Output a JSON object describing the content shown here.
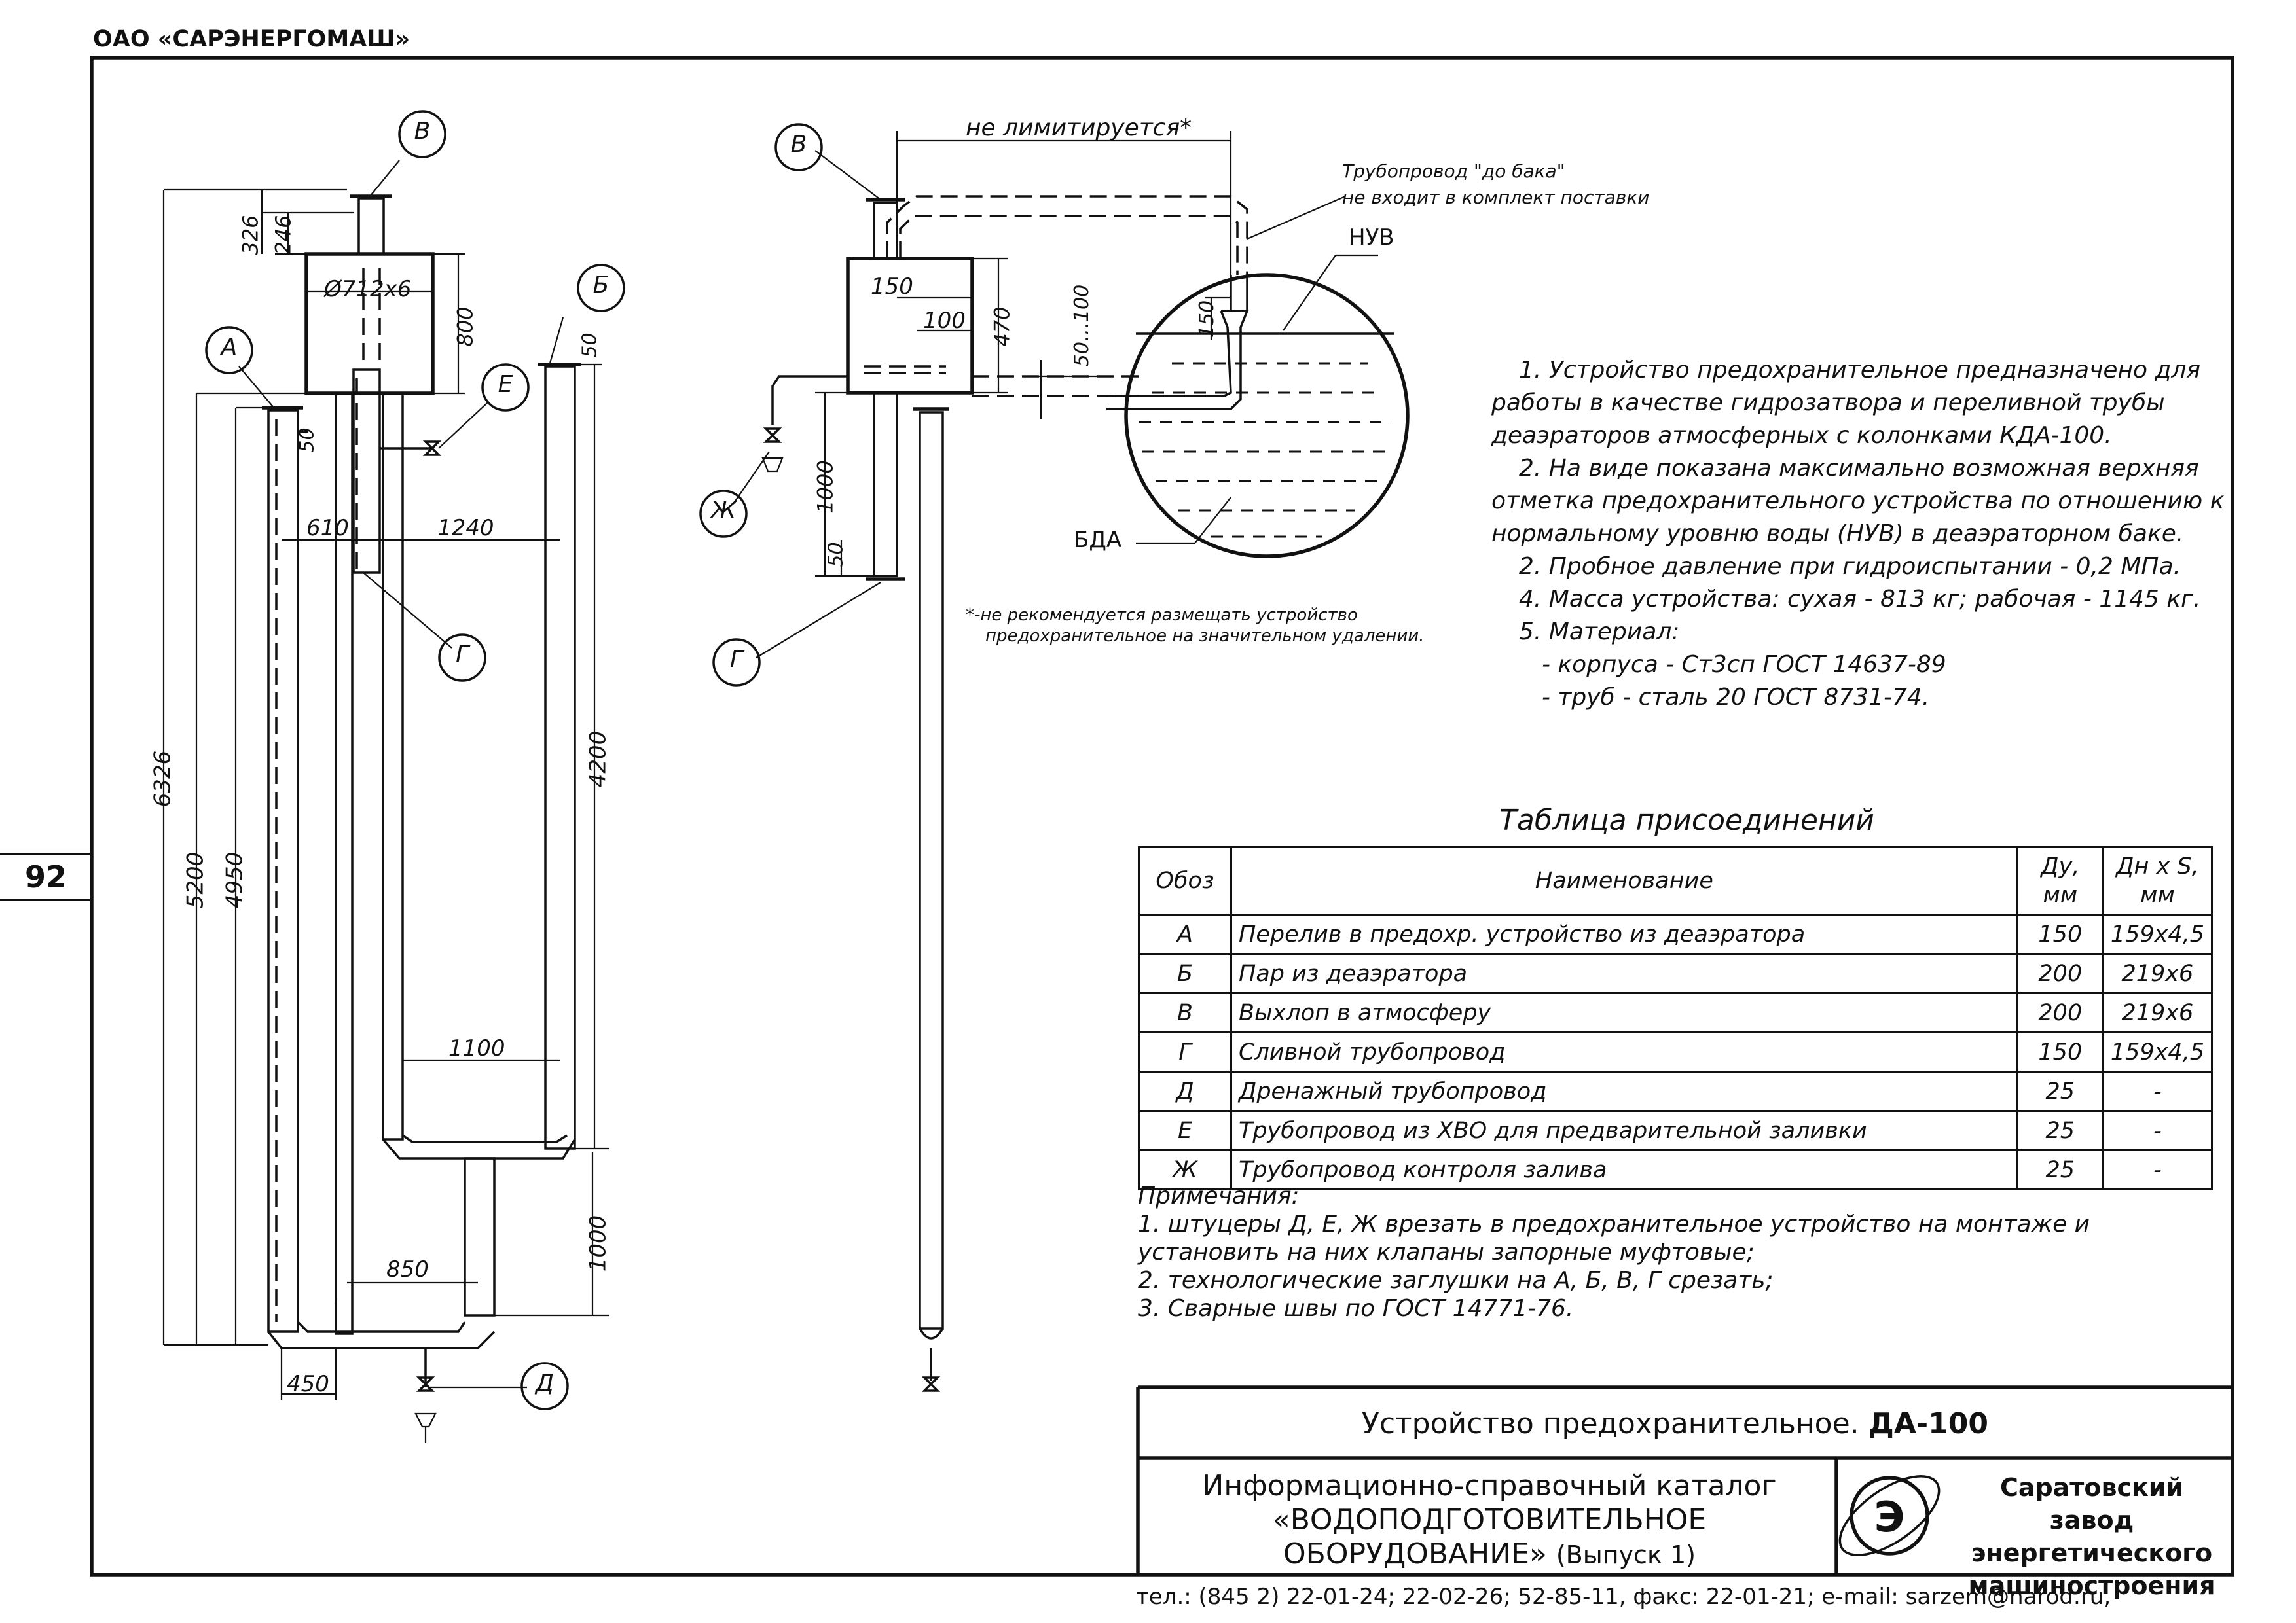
{
  "header": {
    "company": "ОАО «САРЭНЕРГОМАШ»"
  },
  "page_number": "92",
  "callouts": {
    "left": [
      "В",
      "Б",
      "А",
      "Е",
      "Г",
      "Д"
    ],
    "middle": [
      "В",
      "Ж",
      "Г"
    ]
  },
  "dimensions_left": {
    "d326": "326",
    "d246": "246",
    "diameter": "Ø712х6",
    "d800": "800",
    "d50a": "50",
    "d50b": "50",
    "d610": "610",
    "d1240": "1240",
    "d6326": "6326",
    "d5200": "5200",
    "d4950": "4950",
    "d4200": "4200",
    "d1100": "1100",
    "d1000": "1000",
    "d850": "850",
    "d450": "450"
  },
  "dimensions_middle": {
    "not_limited": "не лимитируется*",
    "d150": "150",
    "d100": "100",
    "d470": "470",
    "d50_100": "50…100",
    "d150b": "150",
    "d1000": "1000",
    "d50": "50",
    "pipeline_note_1": "Трубопровод \"до бака\"",
    "pipeline_note_2": "не входит в комплект поставки",
    "nuv": "НУВ",
    "bda": "БДА",
    "footnote_1": "*-не рекомендуется размещать устройство",
    "footnote_2": "предохранительное  на значительном удалении."
  },
  "notes": [
    "1. Устройство предохранительное предназначено для",
    "работы в качестве гидрозатвора и переливной трубы",
    "деаэраторов атмосферных  с колонками КДА-100.",
    "2. На виде показана максимально возможная верхняя",
    "отметка предохранительного устройства по отношению к",
    "нормальному уровню воды (НУВ) в деаэраторном баке.",
    "2. Пробное давление при гидроиспытании - 0,2 МПа.",
    "4. Масса устройства: сухая - 813 кг; рабочая - 1145 кг.",
    "5. Материал:",
    "- корпуса - Ст3сп ГОСТ 14637-89",
    "- труб - сталь 20 ГОСТ 8731-74."
  ],
  "connections_table": {
    "caption": "Таблица присоединений",
    "headers": [
      "Обоз",
      "Наименование",
      "Ду,\nмм",
      "Дн х S,\nмм"
    ],
    "rows": [
      [
        "А",
        "Перелив в предохр. устройство из деаэратора",
        "150",
        "159х4,5"
      ],
      [
        "Б",
        "Пар из деаэратора",
        "200",
        "219х6"
      ],
      [
        "В",
        "Выхлоп в атмосферу",
        "200",
        "219х6"
      ],
      [
        "Г",
        "Сливной трубопровод",
        "150",
        "159х4,5"
      ],
      [
        "Д",
        "Дренажный трубопровод",
        "25",
        "-"
      ],
      [
        "Е",
        "Трубопровод из ХВО для предварительной заливки",
        "25",
        "-"
      ],
      [
        "Ж",
        "Трубопровод контроля залива",
        "25",
        "-"
      ]
    ]
  },
  "remarks": [
    "Примечания:",
    "1. штуцеры Д, Е, Ж врезать  в предохранительное устройство на монтаже и",
    "установить на них клапаны запорные муфтовые;",
    "2. технологические заглушки на А, Б, В, Г срезать;",
    "3. Сварные швы по ГОСТ 14771-76."
  ],
  "title_block": {
    "title": "Устройство предохранительное.",
    "title_bold": "ДА-100",
    "catalog_1": "Информационно-справочный каталог",
    "catalog_2": "«ВОДОПОДГОТОВИТЕЛЬНОЕ",
    "catalog_3": "ОБОРУДОВАНИЕ»",
    "catalog_issue": "(Выпуск 1)",
    "plant_1": "Саратовский завод",
    "plant_2": "энергетического",
    "plant_3": "машиностроения"
  },
  "footer": {
    "contacts": "тел.: (845 2) 22-01-24; 22-02-26; 52-85-11, факс: 22-01-21; e-mail: sarzem@narod.ru,"
  }
}
